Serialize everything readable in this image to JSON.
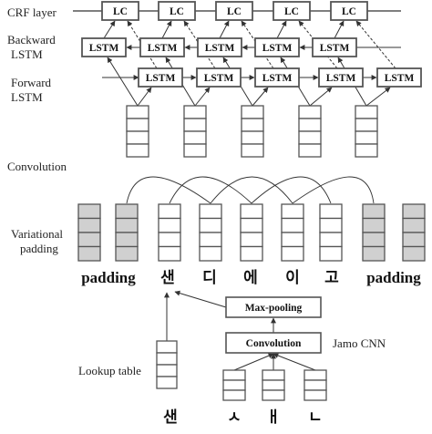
{
  "labels": {
    "crf_layer": "CRF layer",
    "backward_lstm_line1": "Backward",
    "backward_lstm_line2": "LSTM",
    "forward_lstm_line1": "Forward",
    "forward_lstm_line2": "LSTM",
    "convolution_section": "Convolution",
    "variational_line1": "Variational",
    "variational_line2": "padding",
    "lookup_table": "Lookup table",
    "jamo_cnn": "Jamo CNN"
  },
  "units": {
    "lc": "LC",
    "lstm": "LSTM",
    "max_pooling": "Max-pooling",
    "convolution": "Convolution"
  },
  "tokens": [
    "padding",
    "샌",
    "디",
    "에",
    "이",
    "고",
    "padding"
  ],
  "lookup_char": "샌",
  "jamo": [
    "ㅅ",
    "ㅐ",
    "ㄴ"
  ],
  "colors": {
    "box_border": "#555555",
    "padding_fill": "#d0d0d0",
    "empty_fill": "#ffffff",
    "arrow": "#333333"
  }
}
